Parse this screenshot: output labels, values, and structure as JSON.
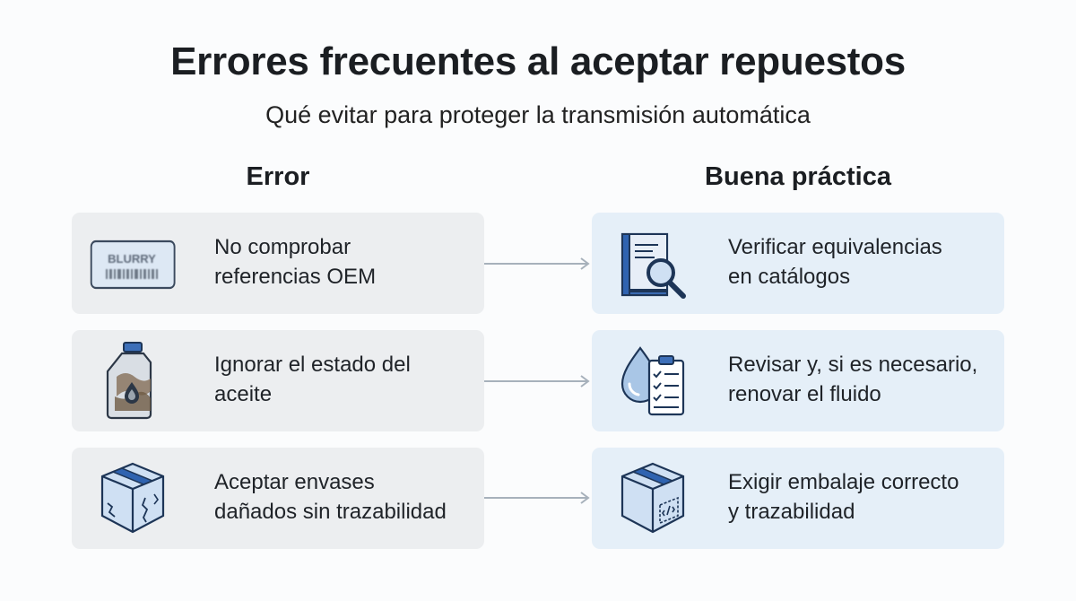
{
  "title": "Errores frecuentes al aceptar repuestos",
  "subtitle": "Qué evitar para proteger la transmisión automática",
  "columns": {
    "error": "Error",
    "good": "Buena práctica"
  },
  "rows": [
    {
      "error": {
        "line1": "No comprobar",
        "line2": "referencias OEM",
        "icon": "blurry-label-icon",
        "icon_text": "BLURRY"
      },
      "good": {
        "line1": "Verificar equivalencias",
        "line2": "en catálogos",
        "icon": "catalog-search-icon"
      }
    },
    {
      "error": {
        "line1": "Ignorar el estado del",
        "line2": "aceite",
        "icon": "dirty-oil-bottle-icon"
      },
      "good": {
        "line1": "Revisar y, si es necesario,",
        "line2": "renovar el fluido",
        "icon": "fluid-checklist-icon"
      }
    },
    {
      "error": {
        "line1": "Aceptar envases",
        "line2": "dañados sin trazabilidad",
        "icon": "damaged-box-icon"
      },
      "good": {
        "line1": "Exigir embalaje correcto",
        "line2": "y trazabilidad",
        "icon": "traceable-box-icon"
      }
    }
  ],
  "colors": {
    "accent": "#2f63b0",
    "error_card": "#eceef0",
    "good_card": "#e5eff8",
    "arrow": "#a7b1bb"
  }
}
